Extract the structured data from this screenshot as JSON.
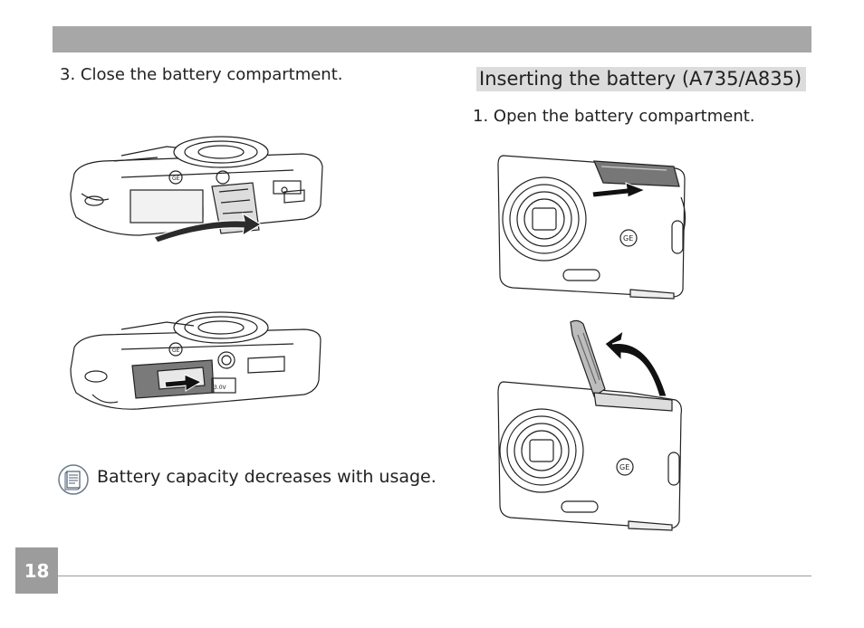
{
  "header": {
    "bar_color": "#a7a7a7"
  },
  "left": {
    "step3": "3. Close the battery compartment.",
    "note": "Battery capacity decreases with usage."
  },
  "right": {
    "section_title": "Inserting the battery (A735/A835)",
    "step1": "1. Open the battery compartment."
  },
  "camera": {
    "brand_mark": "GE",
    "battery_label": "3.0V"
  },
  "footer": {
    "page_number": "18"
  },
  "icons": [
    "note-icon",
    "arrow-icon"
  ]
}
